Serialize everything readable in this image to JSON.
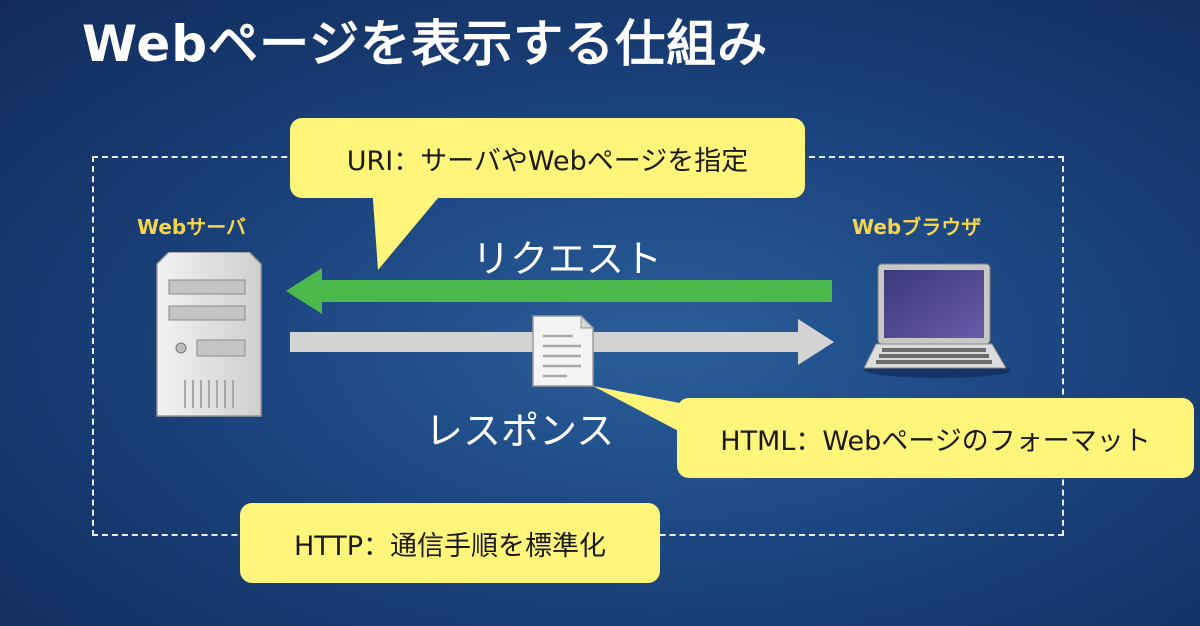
{
  "title": "Webページを表示する仕組み",
  "server": {
    "label": "Webサーバ",
    "icon": "server-icon"
  },
  "browser": {
    "label": "Webブラウザ",
    "icon": "laptop-icon"
  },
  "request": {
    "label": "リクエスト"
  },
  "response": {
    "label": "レスポンス",
    "icon": "document-icon"
  },
  "callouts": {
    "uri": "URI：サーバやWebページを指定",
    "html": "HTML：Webページのフォーマット",
    "http": "HTTP：通信手順を標準化"
  },
  "colors": {
    "request_arrow": "#4cb84c",
    "response_arrow": "#d3d3d3",
    "callout_bg": "#fff57a",
    "node_label": "#f7d54a"
  }
}
